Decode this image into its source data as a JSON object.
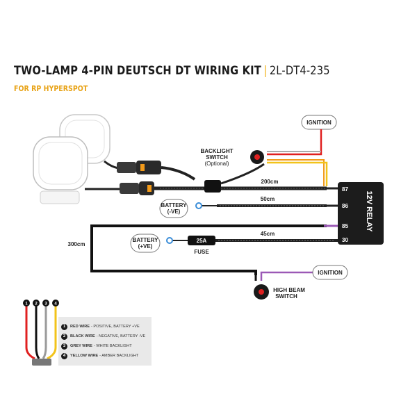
{
  "header": {
    "title": "TWO-LAMP 4-PIN DEUTSCH DT WIRING KIT",
    "separator": "|",
    "code": "2L-DT4-235",
    "subtitle": "FOR RP HYPERSPOT"
  },
  "labels": {
    "ignition_top": "IGNITION",
    "ignition_bottom": "IGNITION",
    "backlight_switch_line1": "BACKLIGHT",
    "backlight_switch_line2": "SWITCH",
    "backlight_switch_line3": "(Optional)",
    "length_200": "200cm",
    "length_50": "50cm",
    "length_45": "45cm",
    "length_300": "300cm",
    "battery_neg_line1": "BATTERY",
    "battery_neg_line2": "(-VE)",
    "battery_pos_line1": "BATTERY",
    "battery_pos_line2": "(+VE)",
    "fuse_rating": "25A",
    "fuse_label": "FUSE",
    "relay_label": "12V RELAY",
    "pin_87": "87",
    "pin_86": "86",
    "pin_85": "85",
    "pin_30": "30",
    "high_beam_line1": "HIGH BEAM",
    "high_beam_line2": "SWITCH"
  },
  "legend": {
    "wire_numbers": [
      "1",
      "2",
      "3",
      "4"
    ],
    "items": [
      {
        "num": "1",
        "name": "RED WIRE",
        "desc": "- POSITIVE, BATTERY +VE"
      },
      {
        "num": "2",
        "name": "BLACK WIRE",
        "desc": "- NEGATIVE, BATTERY -VE"
      },
      {
        "num": "3",
        "name": "GREY WIRE",
        "desc": "- WHITE BACKLIGHT"
      },
      {
        "num": "4",
        "name": "YELLOW WIRE",
        "desc": "- AMBER BACKLIGHT"
      }
    ]
  },
  "colors": {
    "red": "#e02020",
    "black": "#111111",
    "grey": "#9a9a9a",
    "yellow": "#f2c31a",
    "purple": "#9b59b6",
    "orange": "#f29a1a",
    "accent": "#f2b21a"
  }
}
